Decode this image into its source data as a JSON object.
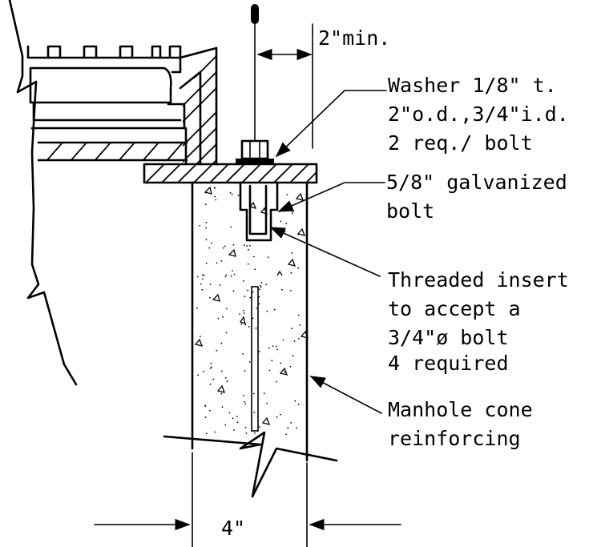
{
  "labels": {
    "min_clearance": "2\"min.",
    "washer": [
      "Washer 1/8\" t.",
      "2\"o.d.,3/4\"i.d.",
      "2 req./ bolt"
    ],
    "bolt": [
      "5/8\" galvanized",
      "bolt"
    ],
    "insert": [
      "Threaded insert",
      "to accept a",
      "3/4\"ø bolt",
      "4 required"
    ],
    "reinforcing": [
      "Manhole cone",
      "reinforcing"
    ],
    "width_dim": "4\""
  }
}
